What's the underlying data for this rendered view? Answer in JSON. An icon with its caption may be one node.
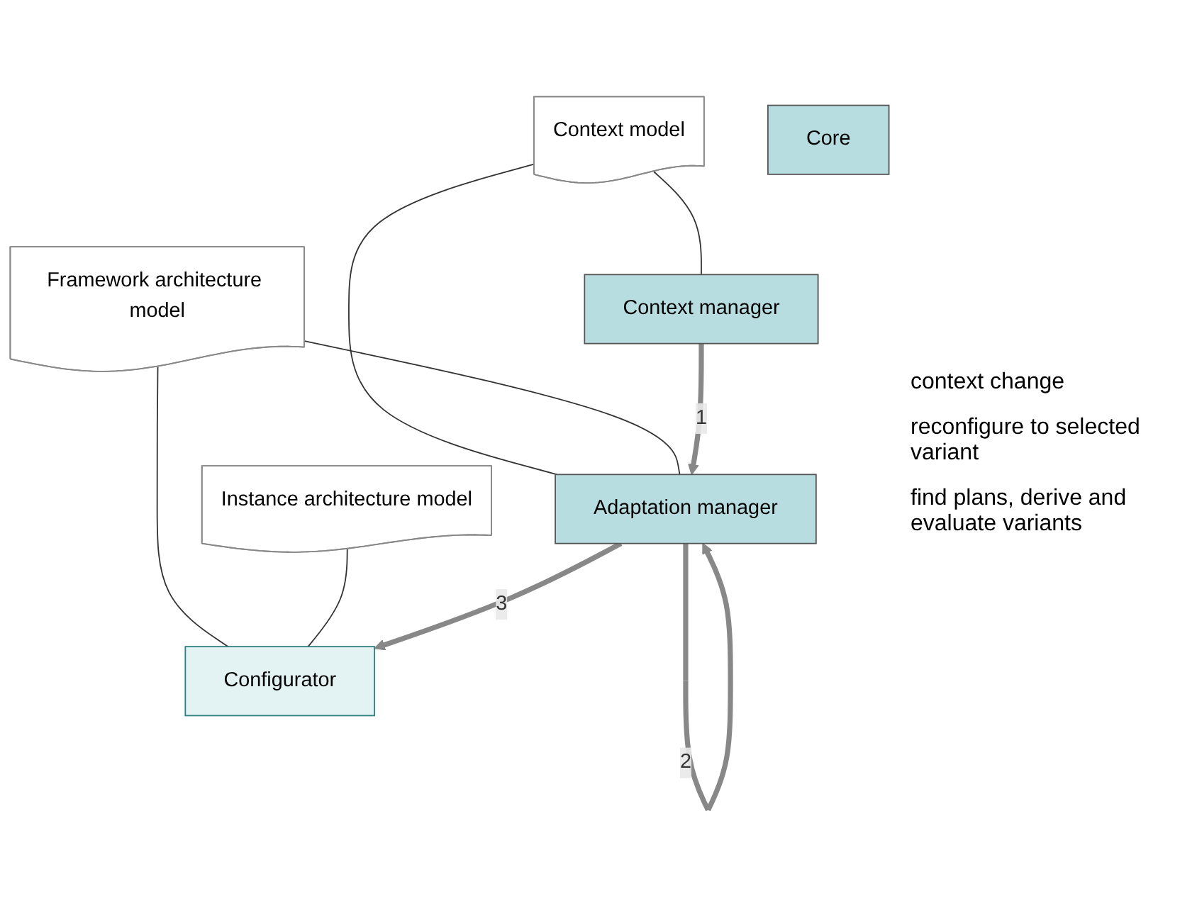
{
  "diagram": {
    "nodes": [
      {
        "text": [
          "Context model"
        ]
      },
      {
        "text": [
          "Framework architecture model"
        ]
      },
      {
        "text": [
          "Instance architecture model"
        ]
      },
      {
        "text": [
          "Context manager"
        ]
      },
      {
        "text": [
          "Adaptation manager"
        ]
      },
      {
        "text": [
          "Configurator"
        ]
      },
      {
        "text": [
          "Core"
        ]
      }
    ],
    "edges": [
      {
        "from": 0,
        "to": 3,
        "arrow": "none"
      },
      {
        "from": 0,
        "to": 4,
        "arrow": "none"
      },
      {
        "from": 1,
        "to": 4,
        "arrow": "none"
      },
      {
        "from": 1,
        "to": 5,
        "arrow": "none"
      },
      {
        "from": 2,
        "to": 5,
        "arrow": "none"
      },
      {
        "from": 3,
        "to": 4,
        "arrow": "to",
        "label": "1",
        "style": "thick"
      },
      {
        "from": 4,
        "to": 4,
        "arrow": "to",
        "label": "2",
        "style": "thick"
      },
      {
        "from": 4,
        "to": 5,
        "arrow": "to",
        "label": "3",
        "style": "thick"
      }
    ],
    "labels": [
      "context change",
      "reconfigure to selected variant",
      "find plans, derive and evaluate variants"
    ]
  }
}
